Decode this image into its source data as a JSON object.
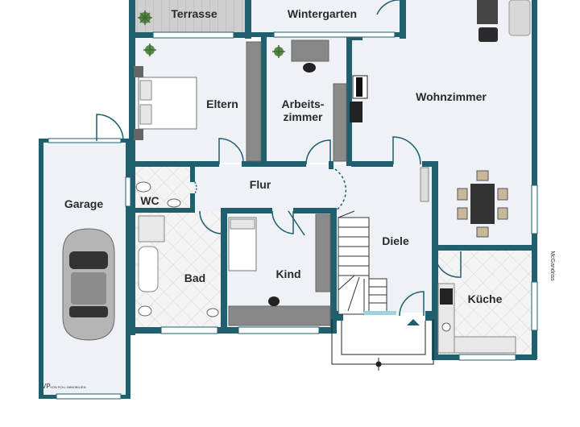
{
  "floorplan": {
    "rooms": {
      "terrasse": "Terrasse",
      "wintergarten": "Wintergarten",
      "eltern": "Eltern",
      "arbeitszimmer_line1": "Arbeits-",
      "arbeitszimmer_line2": "zimmer",
      "wohnzimmer": "Wohnzimmer",
      "garage": "Garage",
      "wc": "WC",
      "flur": "Flur",
      "bad": "Bad",
      "kind": "Kind",
      "diele": "Diele",
      "kueche": "Küche"
    },
    "side_note": "McGandriss",
    "logo": {
      "mark": "VP",
      "text": "VON POLL IMMOBILIEN"
    },
    "colors": {
      "wall": "#1f5f6e",
      "floor": "#eef1f5",
      "tile": "#f3f3f3",
      "terrace_wood": "#cbcbcb"
    }
  }
}
